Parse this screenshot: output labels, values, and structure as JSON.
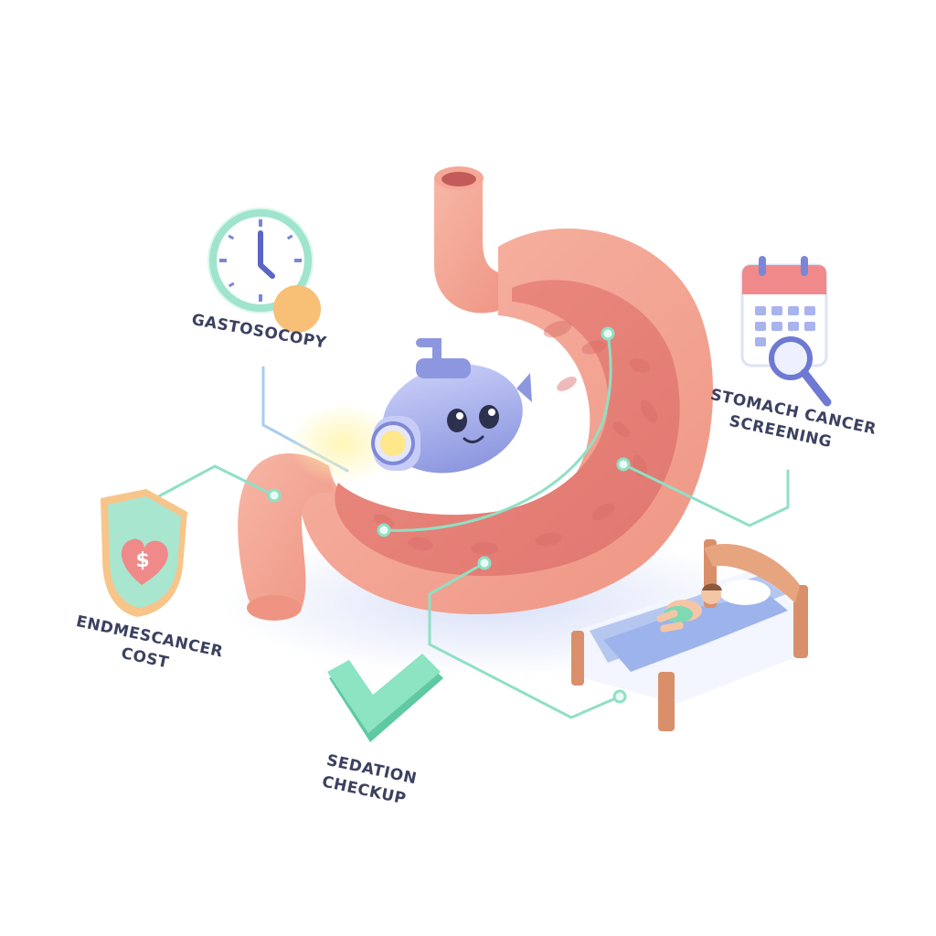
{
  "labels": {
    "gastroscopy": "GASTOSOCOPY",
    "stomach_cancer_line1": "STOMACH CANCER",
    "stomach_cancer_line2": "SCREENING",
    "endoscopy_cost_line1": "ENDMESCANCER",
    "endoscopy_cost_line2": "COST",
    "sedation_line1": "SEDATION",
    "sedation_line2": "CHECKUP"
  },
  "icons": {
    "clock": "clock-icon",
    "calendar_search": "calendar-search-icon",
    "shield_dollar": "shield-dollar-icon",
    "checkmark": "checkmark-icon",
    "bed_patient": "bed-patient-icon",
    "submarine_endoscope": "submarine-endoscope-icon",
    "stomach": "stomach-illustration"
  },
  "colors": {
    "stomach_outer": "#f2a08e",
    "stomach_inner": "#e8877b",
    "connector": "#8fe0c4",
    "connector_blue": "#a9cdef",
    "submarine": "#a9b3ee",
    "check": "#7fdcb7",
    "shield": "#a8e6cf",
    "clock_ring": "#9fe4cc",
    "calendar_red": "#f08a8a",
    "label_text": "#3c4160"
  }
}
